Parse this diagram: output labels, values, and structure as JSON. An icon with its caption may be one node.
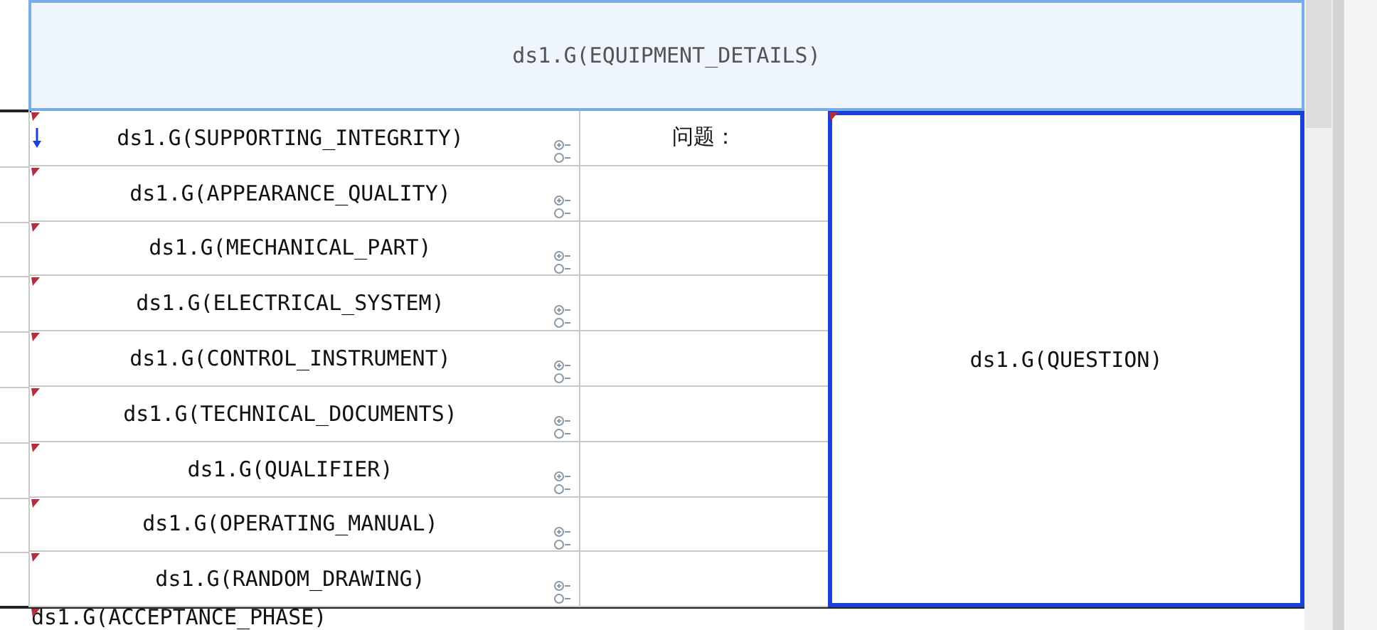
{
  "diagram": {
    "labels": [
      "ds1.G(EQUIPMENT_DETAILS)",
      "ds1.G(SUPPORTING_INTEGRITY)",
      "问题：",
      "ds1.G(QUESTION)",
      "ds1.G(APPEARANCE_QUALITY)",
      "ds1.G(MECHANICAL_PART)",
      "ds1.G(ELECTRICAL_SYSTEM)",
      "ds1.G(CONTROL_INSTRUMENT)",
      "ds1.G(TECHNICAL_DOCUMENTS)",
      "ds1.G(QUALIFIER)",
      "ds1.G(OPERATING_MANUAL)",
      "ds1.G(RANDOM_DRAWING)",
      "ds1.G(ACCEPTANCE_PHASE)"
    ]
  }
}
